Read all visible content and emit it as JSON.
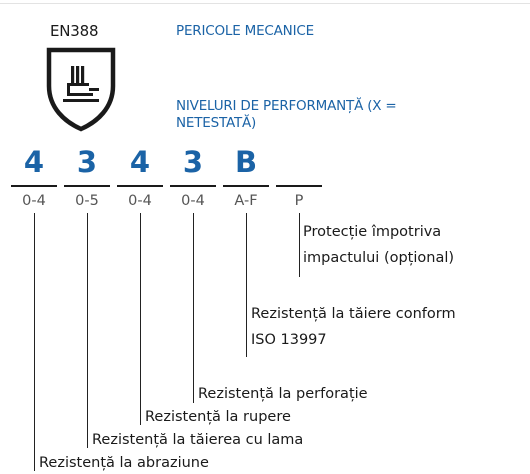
{
  "standard": {
    "name": "EN388",
    "icon": "glove-shield-icon"
  },
  "headings": {
    "mechanical": "PERICOLE MECANICE",
    "levels_line1": "NIVELURI DE PERFORMANȚĂ (X =",
    "levels_line2": "NETESTATĂ)"
  },
  "code": [
    {
      "value": "4",
      "range": "0-4"
    },
    {
      "value": "3",
      "range": "0-5"
    },
    {
      "value": "4",
      "range": "0-4"
    },
    {
      "value": "3",
      "range": "0-4"
    },
    {
      "value": "B",
      "range": "A-F"
    },
    {
      "value": "",
      "range": "P"
    }
  ],
  "descriptions": {
    "impact_line1": "Protecție împotriva",
    "impact_line2": "impactului (opțional)",
    "cut_iso_line1": "Rezistență la tăiere conform",
    "cut_iso_line2": "ISO 13997",
    "puncture": "Rezistență la perforație",
    "tear": "Rezistență la rupere",
    "blade_cut": "Rezistență la tăierea cu lama",
    "abrasion": "Rezistență la abraziune"
  },
  "colors": {
    "accent": "#1b63a6",
    "text": "#1a1a1a",
    "muted": "#555555"
  }
}
